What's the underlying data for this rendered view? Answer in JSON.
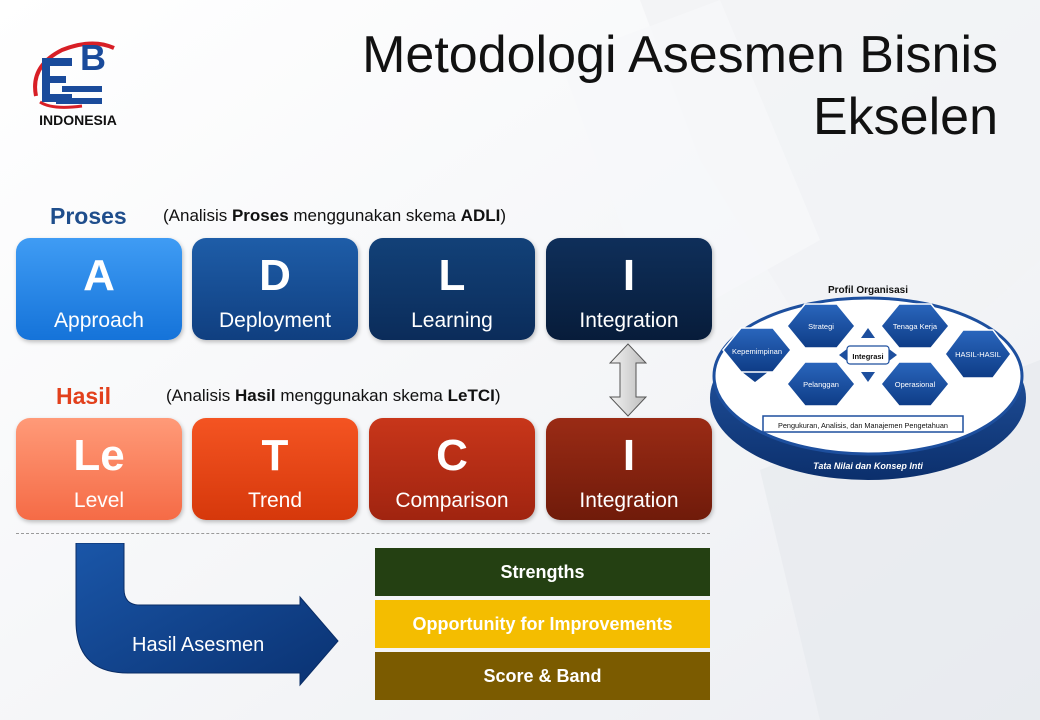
{
  "title": {
    "line1": "Metodologi Asesmen Bisnis",
    "line2": "Ekselen"
  },
  "logo": {
    "caption": "INDONESIA"
  },
  "proses": {
    "label": "Proses",
    "note": {
      "open": "(Analisis ",
      "bold1": "Proses",
      "mid": " menggunakan skema ",
      "bold2": "ADLI",
      "close": ")"
    },
    "tiles": [
      {
        "letter": "A",
        "word": "Approach"
      },
      {
        "letter": "D",
        "word": "Deployment"
      },
      {
        "letter": "L",
        "word": "Learning"
      },
      {
        "letter": "I",
        "word": "Integration"
      }
    ]
  },
  "hasil": {
    "label": "Hasil",
    "note": {
      "open": "(Analisis ",
      "bold1": "Hasil",
      "mid": " menggunakan skema ",
      "bold2": "LeTCI",
      "close": ")"
    },
    "tiles": [
      {
        "letter": "Le",
        "word": "Level"
      },
      {
        "letter": "T",
        "word": "Trend"
      },
      {
        "letter": "C",
        "word": "Comparison"
      },
      {
        "letter": "I",
        "word": "Integration"
      }
    ]
  },
  "result": {
    "arrow_label": "Hasil Asesmen",
    "items": [
      "Strengths",
      "Opportunity  for Improvements",
      "Score & Band"
    ]
  },
  "framework": {
    "top_label": "Profil Organisasi",
    "hexagons": [
      "Kepemimpinan",
      "Strategi",
      "Pelanggan",
      "Tenaga Kerja",
      "Operasional",
      "HASIL-HASIL"
    ],
    "center": "Integrasi",
    "base_bar": "Pengukuran, Analisis, dan Manajemen Pengetahuan",
    "bottom_label": "Tata Nilai dan Konsep Inti"
  },
  "colors": {
    "proses_label": "#1f4e8c",
    "hasil_label": "#e2401c",
    "strengths": "#244012",
    "opportunity": "#f4bd00",
    "score": "#7b5b00",
    "arrow": "#0d3f85"
  }
}
